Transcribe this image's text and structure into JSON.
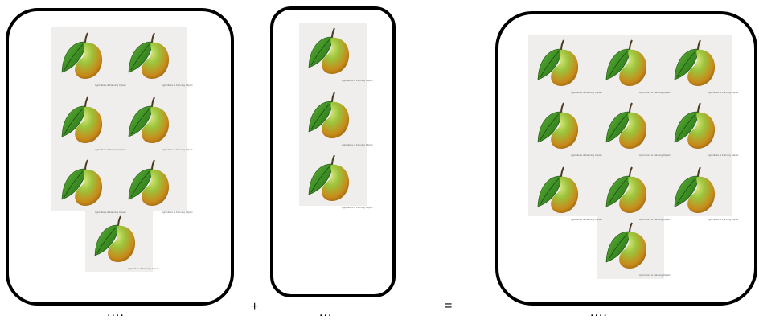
{
  "groups": [
    {
      "mango_count": 7,
      "blank": "...."
    },
    {
      "mango_count": 3,
      "blank": "..."
    },
    {
      "mango_count": 10,
      "blank": "...."
    }
  ],
  "operators": {
    "plus": "+",
    "equals": "="
  },
  "mango_caption": "Agriculture & Farming Clipart",
  "colors": {
    "leaf": "#2e8b1e",
    "mango_top": "#8cc43a",
    "mango_bottom": "#c77d12",
    "stem": "#4a3b1f"
  }
}
